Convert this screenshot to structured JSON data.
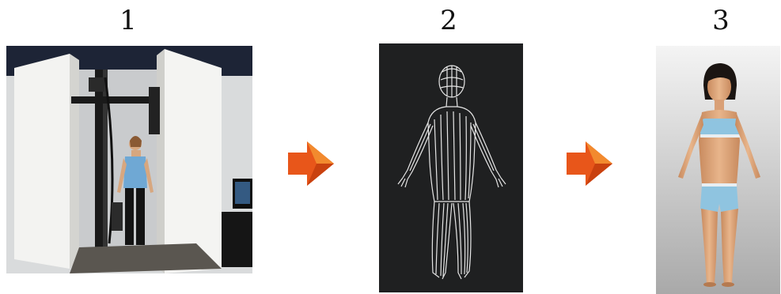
{
  "steps": [
    {
      "number": "1",
      "image": "body-scanner-booth-photo"
    },
    {
      "number": "2",
      "image": "3d-wireframe-body-scan"
    },
    {
      "number": "3",
      "image": "rendered-3d-avatar"
    }
  ],
  "arrows": [
    "arrow-right-icon",
    "arrow-right-icon"
  ],
  "colors": {
    "arrow": "#e8561a",
    "arrow_light": "#f28a2e",
    "wire_bg": "#1f2021",
    "garment": "#8fc4e0"
  }
}
